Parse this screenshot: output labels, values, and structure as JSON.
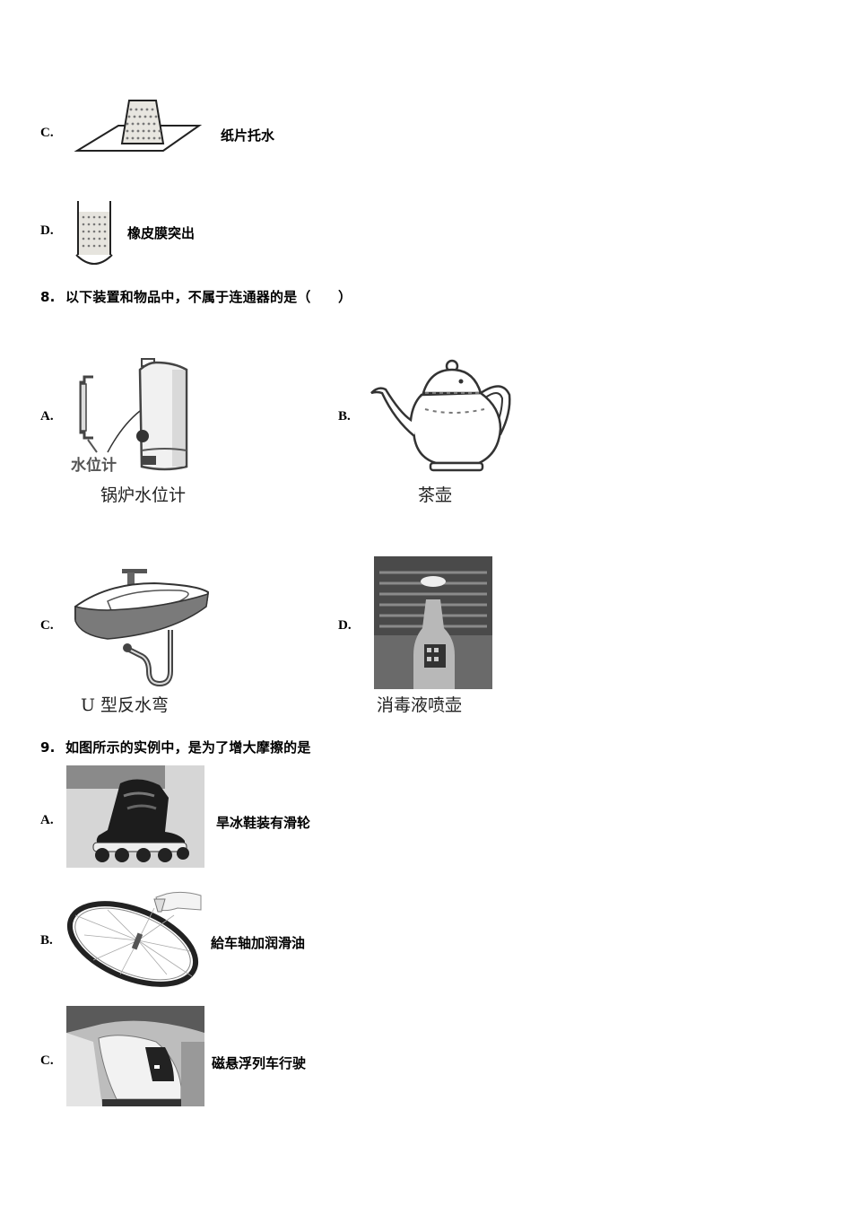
{
  "q7_continued": {
    "options": [
      {
        "letter": "C.",
        "caption": "纸片托水",
        "figure": "paper-holding-water-cup"
      },
      {
        "letter": "D.",
        "caption": "橡皮膜突出",
        "figure": "rubber-membrane-bulging-tube"
      }
    ]
  },
  "q8": {
    "number": "8.",
    "text": "以下装置和物品中，不属于连通器的是（　　）",
    "options": [
      {
        "letter": "A.",
        "figure_caption": "锅炉水位计",
        "inner_label": "水位计",
        "figure": "boiler-water-gauge"
      },
      {
        "letter": "B.",
        "figure_caption": "茶壶",
        "figure": "teapot"
      },
      {
        "letter": "C.",
        "figure_caption": "U 型反水弯",
        "figure": "sink-u-trap"
      },
      {
        "letter": "D.",
        "figure_caption": "消毒液喷壶",
        "figure": "disinfectant-spray-bottle"
      }
    ]
  },
  "q9": {
    "number": "9.",
    "text": "如图所示的实例中，是为了增大摩擦的是",
    "options": [
      {
        "letter": "A.",
        "caption": "旱冰鞋装有滑轮",
        "figure": "roller-skate-photo"
      },
      {
        "letter": "B.",
        "caption": "給车轴加润滑油",
        "figure": "bicycle-wheel-oiling-photo"
      },
      {
        "letter": "C.",
        "caption": "磁悬浮列车行驶",
        "figure": "maglev-train-photo"
      }
    ]
  }
}
